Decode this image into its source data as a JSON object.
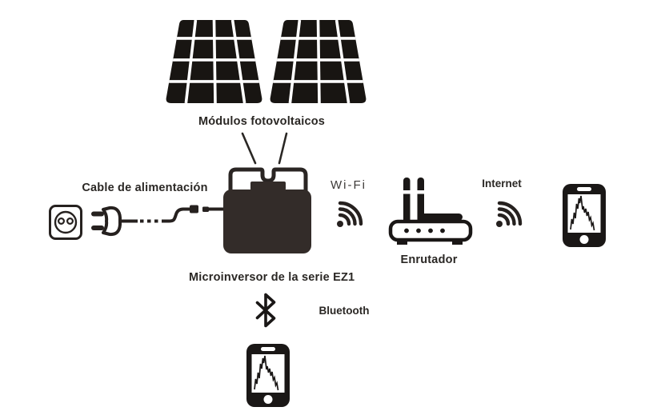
{
  "diagram": {
    "title_hint": "EZ1 series microinverter connectivity diagram",
    "labels": {
      "modules": "Módulos fotovoltaicos",
      "power_cable": "Cable de alimentación",
      "microinverter": "Microinversor de la serie EZ1",
      "wifi": "Wi-Fi",
      "router": "Enrutador",
      "internet": "Internet",
      "bluetooth": "Bluetooth"
    },
    "icons": [
      "solar-panel-icon",
      "solar-panel-icon",
      "wall-outlet-icon",
      "power-plug-icon",
      "power-cable-icon",
      "microinverter-icon",
      "wifi-signal-icon",
      "router-icon",
      "wifi-signal-icon",
      "smartphone-icon",
      "bluetooth-icon",
      "smartphone-icon"
    ],
    "colors": {
      "ink": "#26211f",
      "inverter_body": "#332c29",
      "background": "#ffffff"
    }
  }
}
